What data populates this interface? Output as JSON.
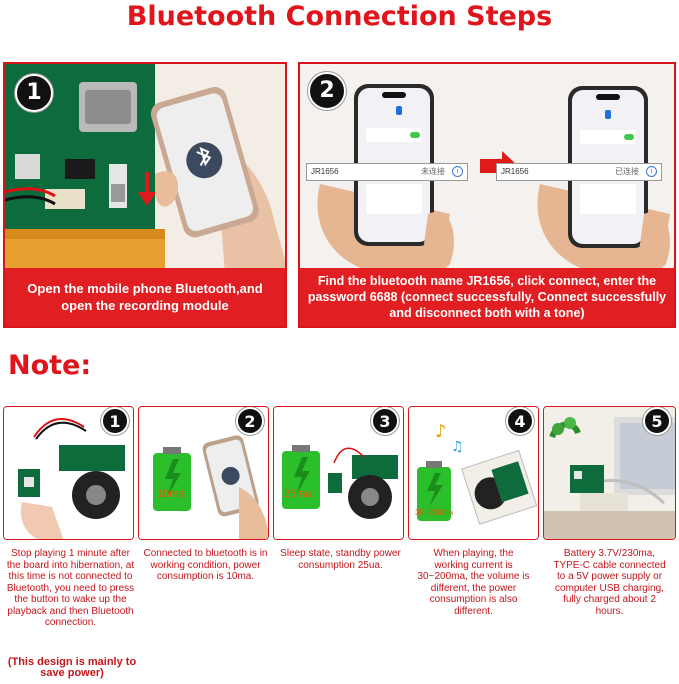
{
  "title": "Bluetooth Connection Steps",
  "steps": [
    {
      "number": "1",
      "caption": "Open the mobile phone Bluetooth,and open the recording module"
    },
    {
      "number": "2",
      "caption": "Find the bluetooth name JR1656, click connect, enter the password 6688 (connect successfully, Connect successfully and disconnect both with a tone)",
      "device_name": "JR1656",
      "status_before": "未连接",
      "status_after": "已连接"
    }
  ],
  "note_title": "Note:",
  "notes": [
    {
      "number": "1",
      "text": "Stop playing 1 minute after the board into hibernation, at this time is not connected to Bluetooth, you need to press the button to wake up the playback and then Bluetooth connection."
    },
    {
      "number": "2",
      "text": "Connected to bluetooth is in working condition, power consumption is 10ma.",
      "battery_label": "10ma"
    },
    {
      "number": "3",
      "text": "Sleep state, standby power consumption 25ua.",
      "battery_label": "25ma"
    },
    {
      "number": "4",
      "text": "When playing, the working current is 30~200ma, the volume is different, the power consumption is also different.",
      "battery_label": "30~200ma"
    },
    {
      "number": "5",
      "text": "Battery 3.7V/230ma, TYPE-C cable connected to a 5V power supply or computer USB charging, fully charged about 2 hours."
    }
  ],
  "design_note": "(This design is mainly to save power)",
  "colors": {
    "accent": "#e0141b",
    "caption_bg": "#e11e22",
    "battery_green": "#2bc02b",
    "pcb_green": "#0d6b3c"
  }
}
